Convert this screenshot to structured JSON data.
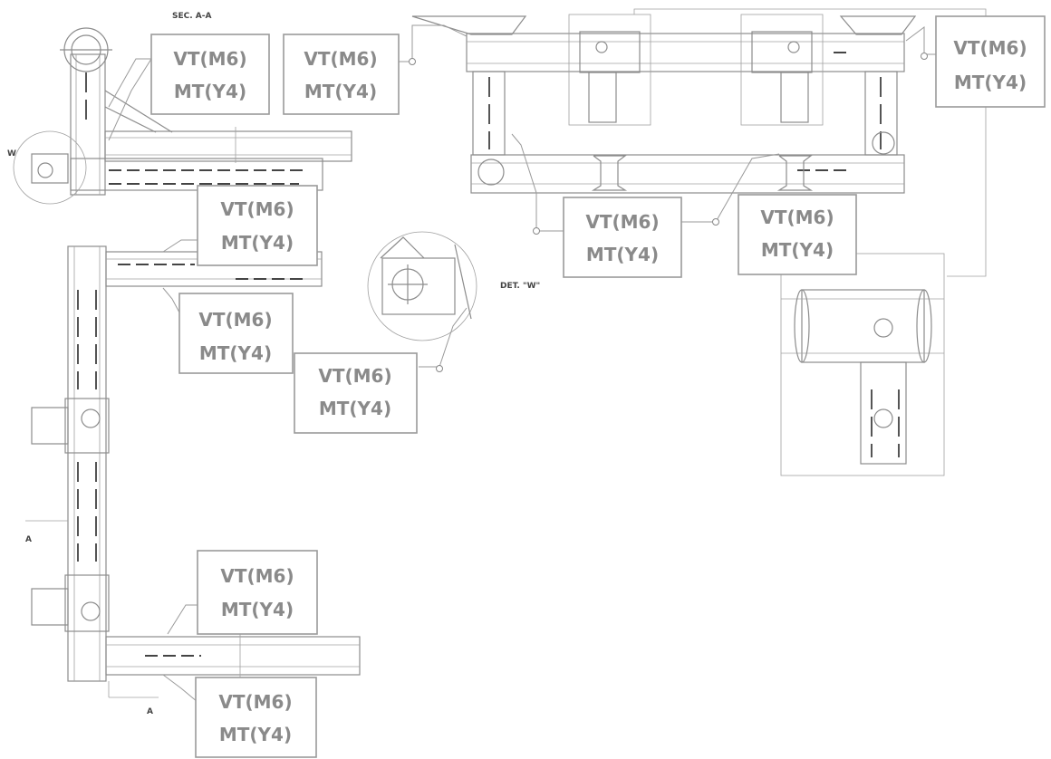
{
  "labels": {
    "section": "SEC. A-A",
    "detail": "DET. \"W\"",
    "w_marker": "W",
    "a_top": "A",
    "a_bottom": "A"
  },
  "callouts": [
    {
      "line1": "VT(M6)",
      "line2": "MT(Y4)"
    },
    {
      "line1": "VT(M6)",
      "line2": "MT(Y4)"
    },
    {
      "line1": "VT(M6)",
      "line2": "MT(Y4)"
    },
    {
      "line1": "VT(M6)",
      "line2": "MT(Y4)"
    },
    {
      "line1": "VT(M6)",
      "line2": "MT(Y4)"
    },
    {
      "line1": "VT(M6)",
      "line2": "MT(Y4)"
    },
    {
      "line1": "VT(M6)",
      "line2": "MT(Y4)"
    },
    {
      "line1": "VT(M6)",
      "line2": "MT(Y4)"
    },
    {
      "line1": "VT(M6)",
      "line2": "MT(Y4)"
    },
    {
      "line1": "VT(M6)",
      "line2": "MT(Y4)"
    }
  ]
}
